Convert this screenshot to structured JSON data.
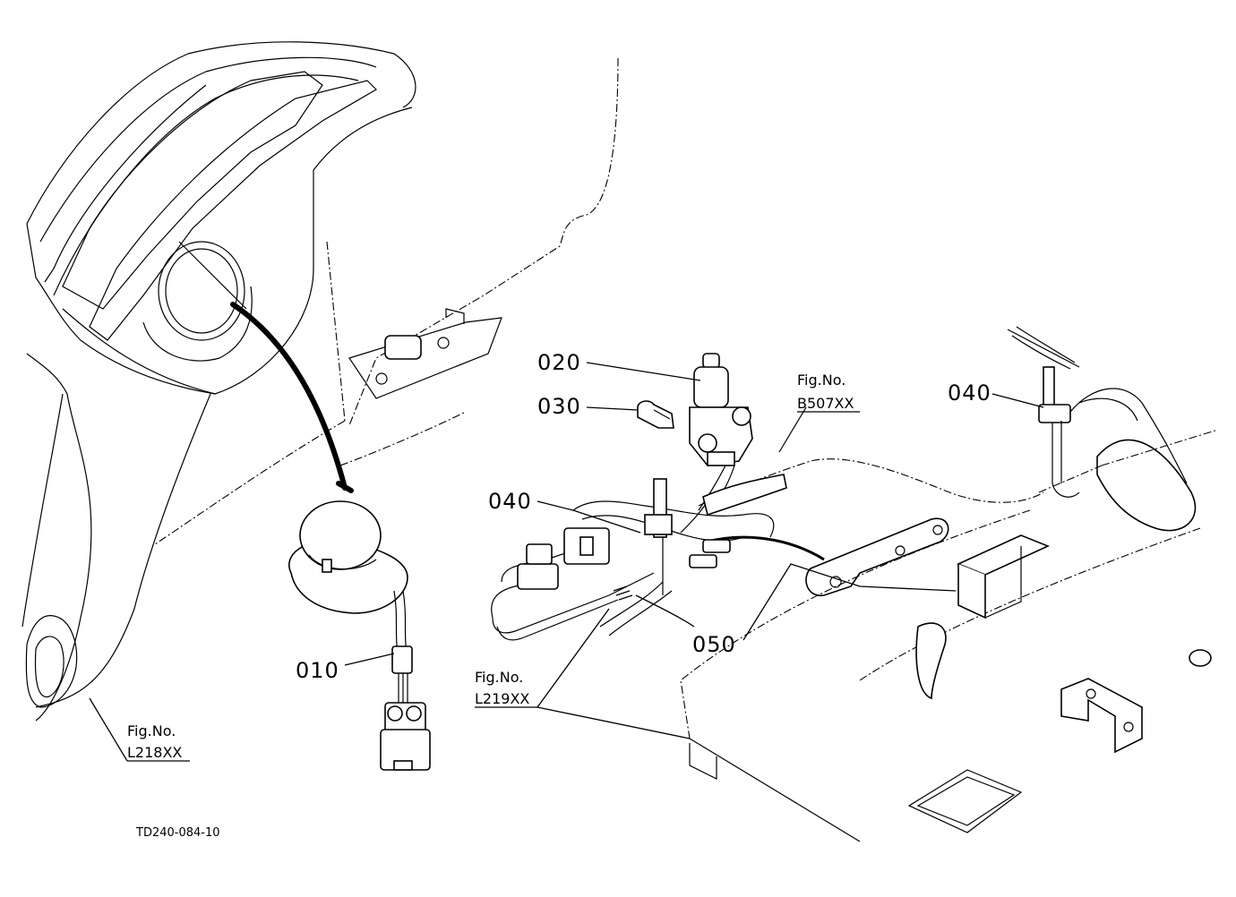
{
  "drawing_code": "TD240-084-10",
  "callouts": [
    {
      "id": "part-010",
      "label": "010"
    },
    {
      "id": "part-020",
      "label": "020"
    },
    {
      "id": "part-030",
      "label": "030"
    },
    {
      "id": "part-040-left",
      "label": "040"
    },
    {
      "id": "part-040-right",
      "label": "040"
    },
    {
      "id": "part-050",
      "label": "050"
    }
  ],
  "figure_refs": [
    {
      "id": "fig-ref-b507xx",
      "line1": "Fig.No.",
      "line2": "B507XX"
    },
    {
      "id": "fig-ref-l218xx",
      "line1": "Fig.No.",
      "line2": "L218XX"
    },
    {
      "id": "fig-ref-l219xx",
      "line1": "Fig.No.",
      "line2": "L219XX"
    }
  ]
}
